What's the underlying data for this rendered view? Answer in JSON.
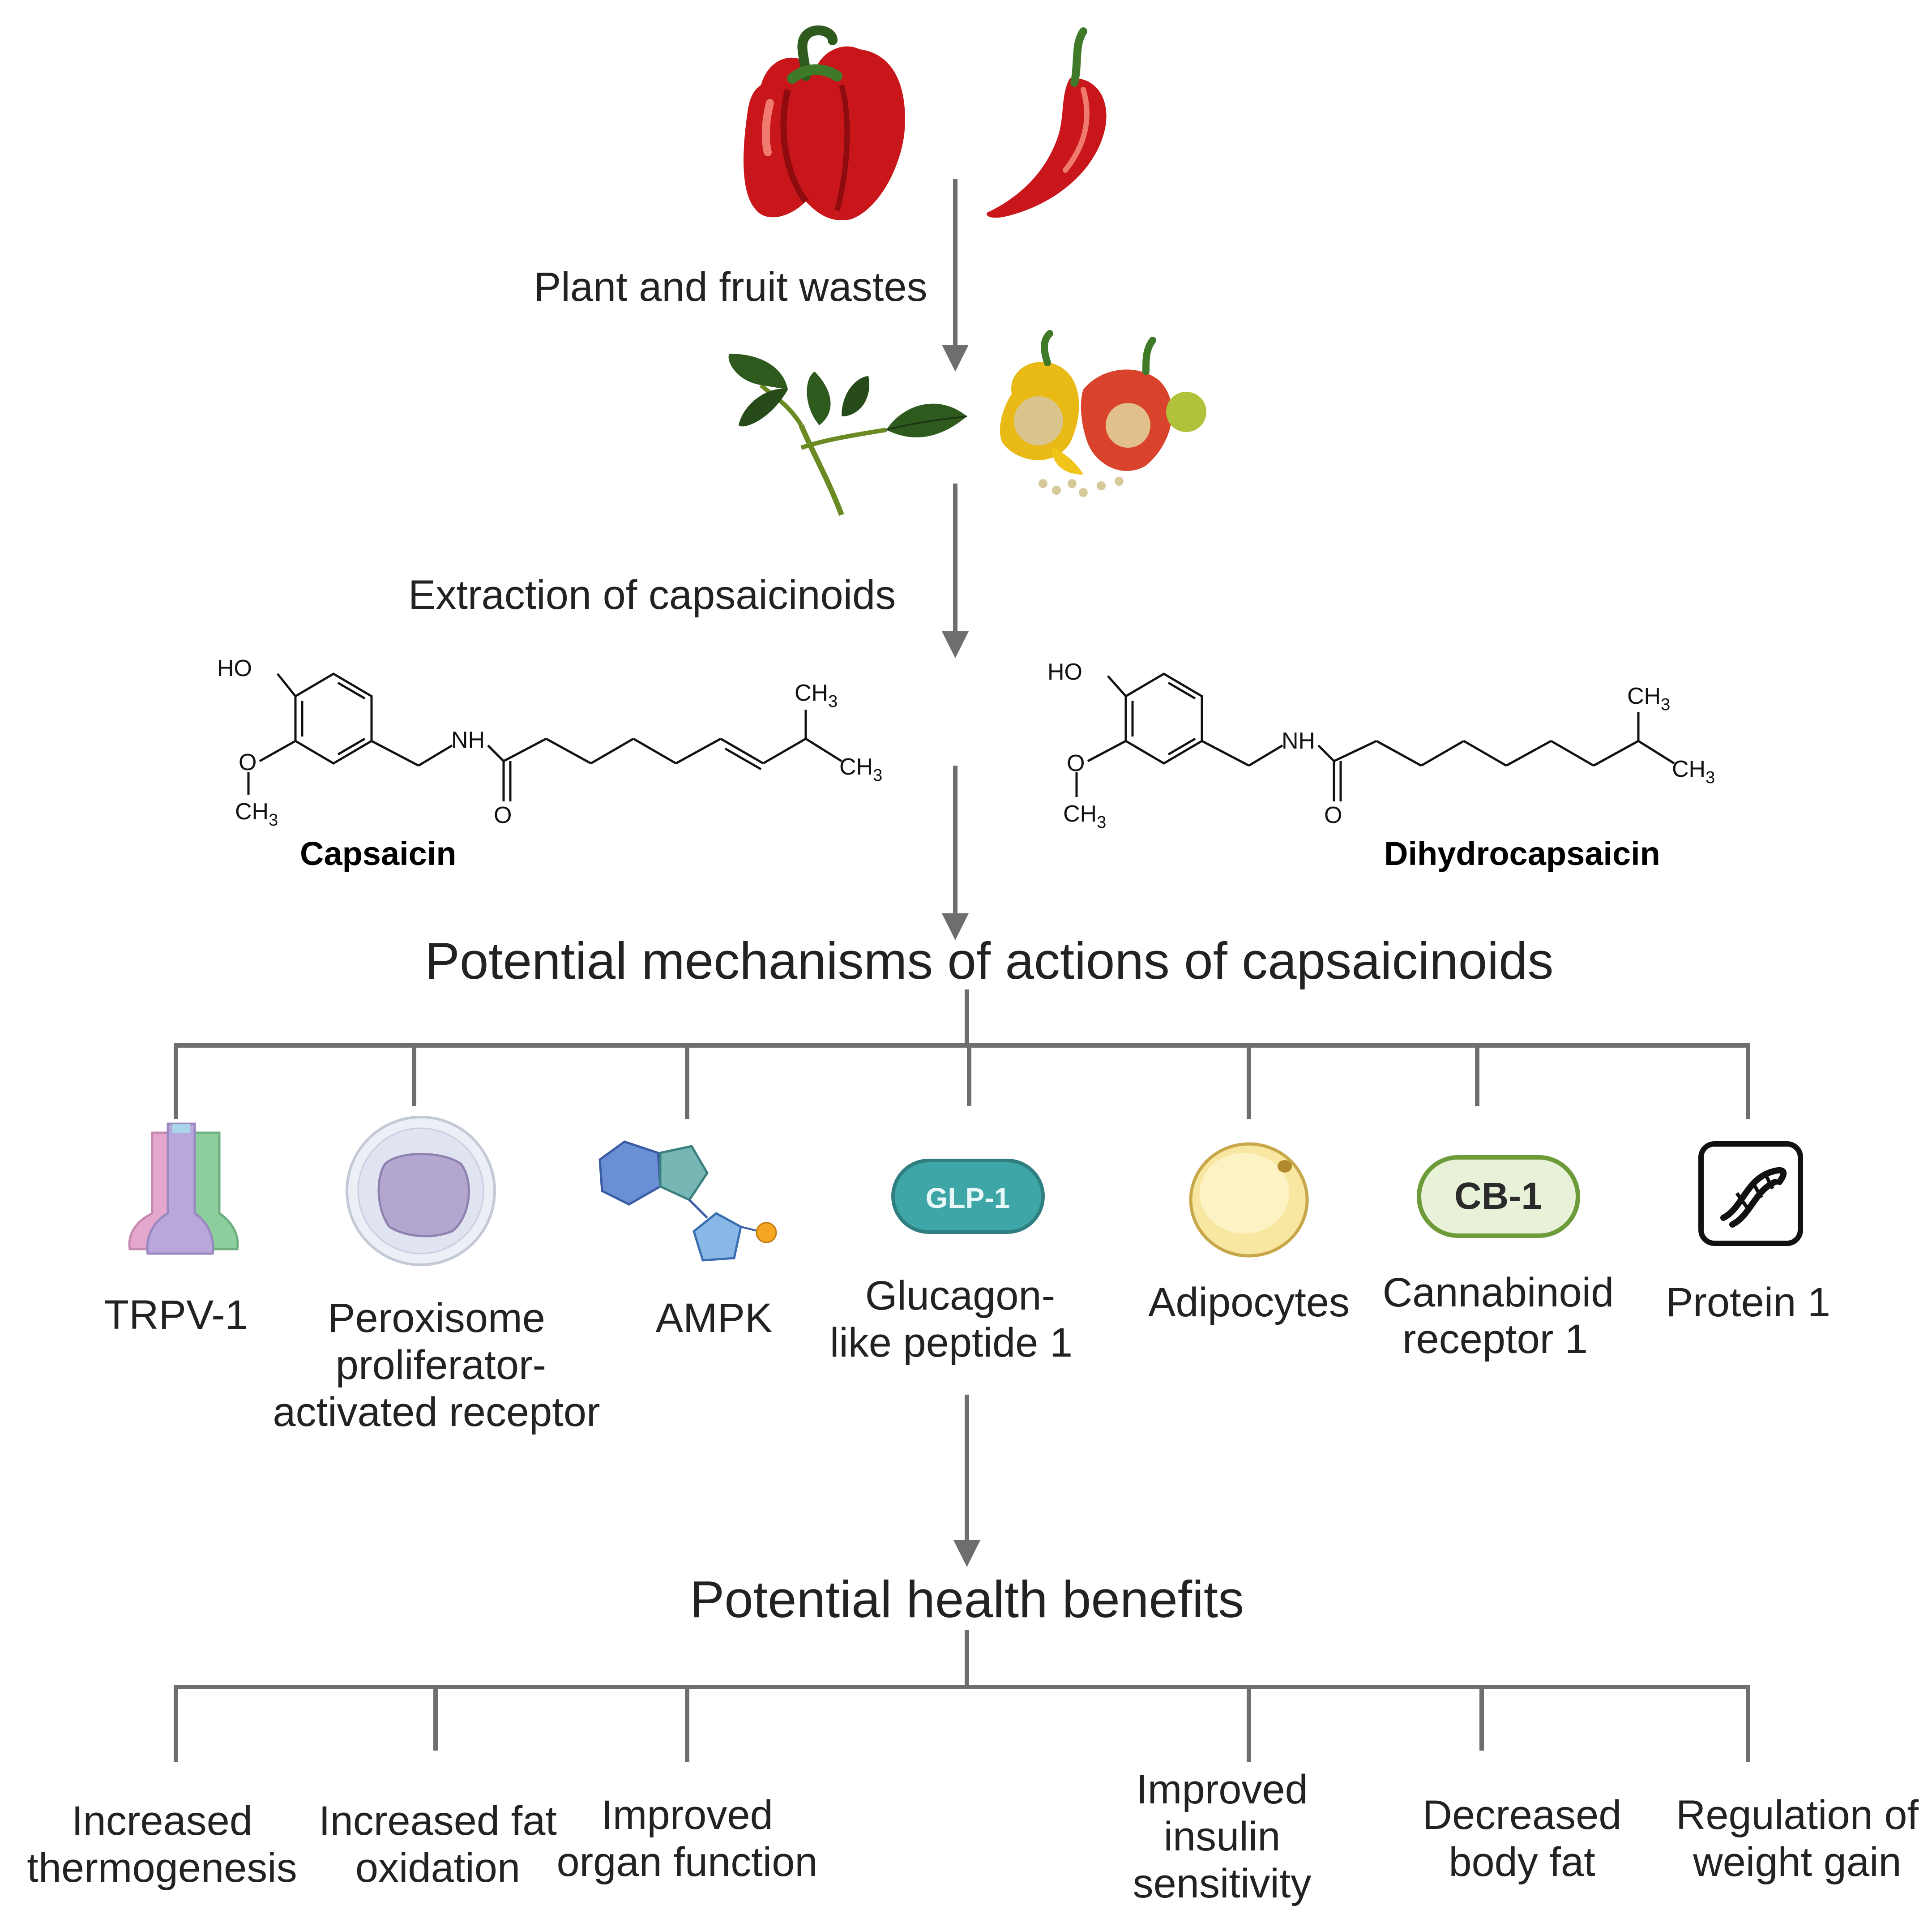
{
  "flow": {
    "plant_label": "Plant and fruit wastes",
    "extraction_label": "Extraction of capsaicinoids",
    "mechanisms_title": "Potential mechanisms of actions of capsaicinoids",
    "benefits_title": "Potential health benefits"
  },
  "compounds": [
    {
      "name": "Capsaicin",
      "labels": {
        "ho": "HO",
        "o": "O",
        "ch3_methoxy": "CH3",
        "nh": "NH",
        "carbonyl_o": "O",
        "ch3_a": "CH3",
        "ch3_b": "CH3"
      }
    },
    {
      "name": "Dihydrocapsaicin",
      "labels": {
        "ho": "HO",
        "o": "O",
        "ch3_methoxy": "CH3",
        "nh": "NH",
        "carbonyl_o": "O",
        "ch3_a": "CH3",
        "ch3_b": "CH3"
      }
    }
  ],
  "mechanisms": [
    {
      "label_lines": [
        "TRPV-1"
      ],
      "icon": "ion-channel-icon"
    },
    {
      "label_lines": [
        "Peroxisome",
        "proliferator-",
        "activated  receptor"
      ],
      "icon": "nucleus-cell-icon"
    },
    {
      "label_lines": [
        "AMPK"
      ],
      "icon": "ampk-molecule-icon"
    },
    {
      "label_lines": [
        "Glucagon-",
        "like peptide 1"
      ],
      "icon": "glp1-badge-icon",
      "badge": "GLP-1"
    },
    {
      "label_lines": [
        "Adipocytes"
      ],
      "icon": "adipocyte-icon"
    },
    {
      "label_lines": [
        "Cannabinoid",
        "receptor 1"
      ],
      "icon": "cb1-badge-icon",
      "badge": "CB-1"
    },
    {
      "label_lines": [
        "Protein 1"
      ],
      "icon": "protein-dna-icon"
    }
  ],
  "benefits": [
    {
      "label_lines": [
        "Increased",
        "thermogenesis"
      ]
    },
    {
      "label_lines": [
        "Increased fat",
        "oxidation"
      ]
    },
    {
      "label_lines": [
        "Improved",
        "organ function"
      ]
    },
    {
      "label_lines": [
        "Improved",
        "insulin",
        "sensitivity"
      ]
    },
    {
      "label_lines": [
        "Decreased",
        "body fat"
      ]
    },
    {
      "label_lines": [
        "Regulation of",
        "weight gain"
      ]
    }
  ],
  "colors": {
    "connector": "#6e6e6e",
    "pepper_red": "#c8161b",
    "leaf_green": "#2f5a1e",
    "glp1_teal": "#3fa6a8",
    "cb1_green": "#6e9b3a"
  }
}
